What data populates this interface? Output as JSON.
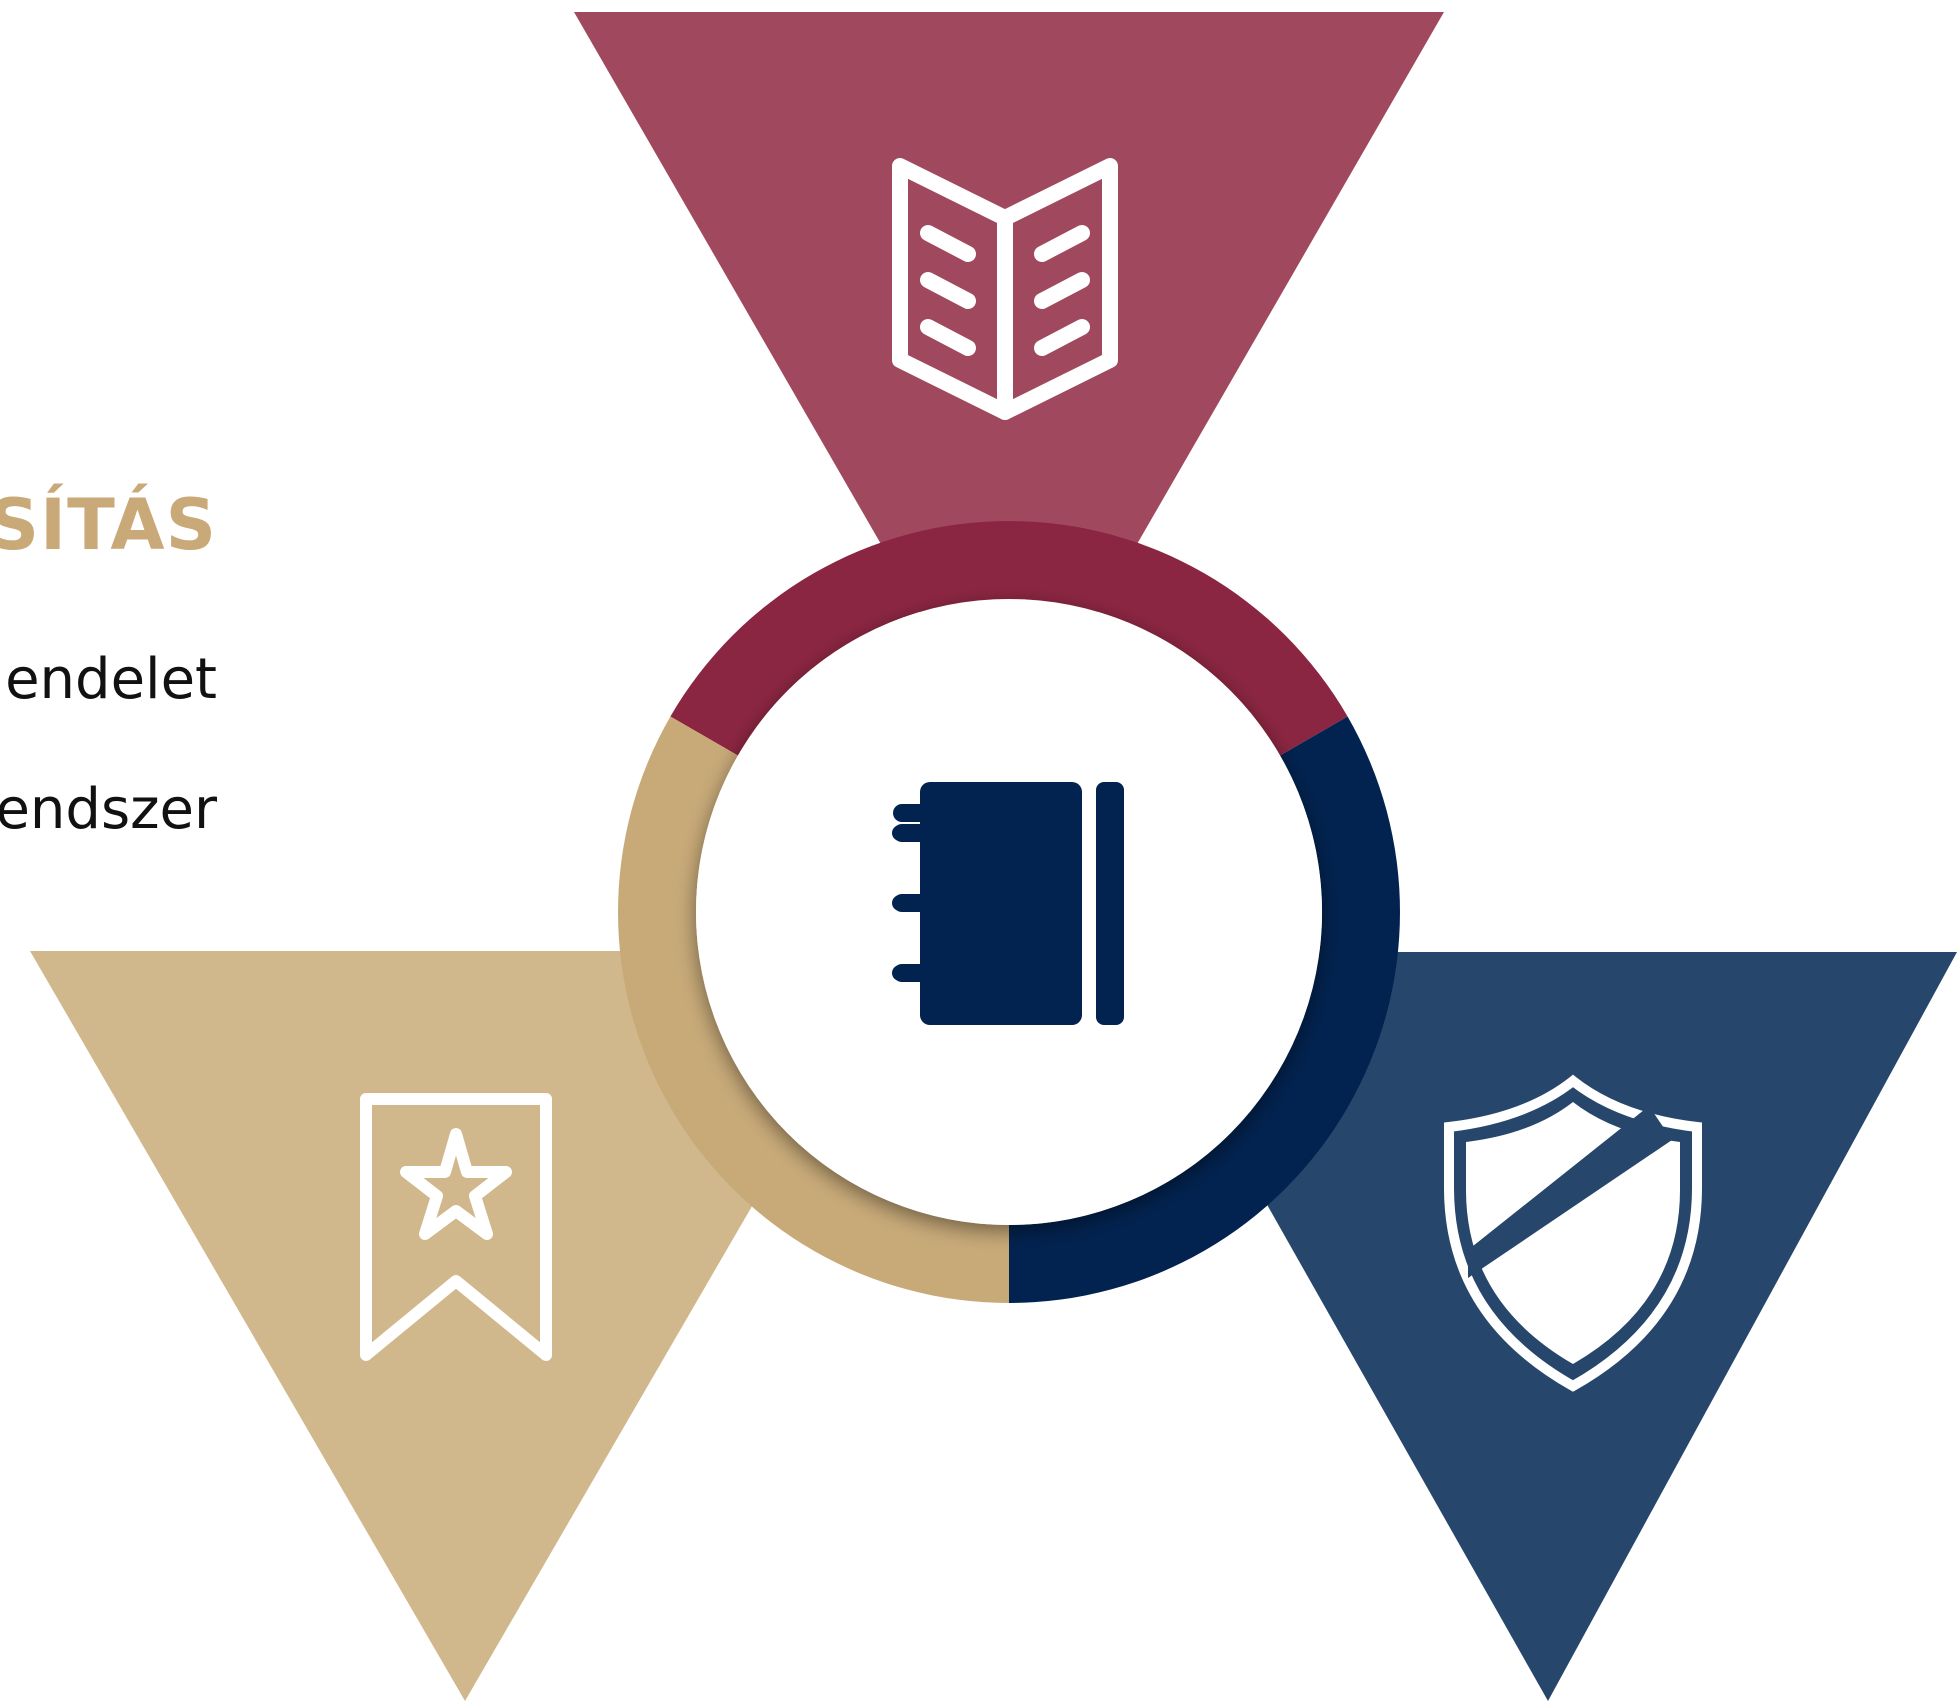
{
  "text_panel": {
    "heading": "SÍTÁS",
    "lines": [
      "endelet",
      "endszer"
    ]
  },
  "colors": {
    "maroon_triangle": "#a0495e",
    "maroon_ring": "#8b2642",
    "gold_triangle": "#d1b88c",
    "gold_ring": "#c8aa79",
    "navy_triangle": "#27466b",
    "navy_ring": "#022350",
    "heading": "#c9a977",
    "white": "#ffffff"
  },
  "icons": {
    "top": "open-book-icon",
    "center": "notebook-icon",
    "left": "bookmark-star-icon",
    "right": "shield-icon"
  }
}
